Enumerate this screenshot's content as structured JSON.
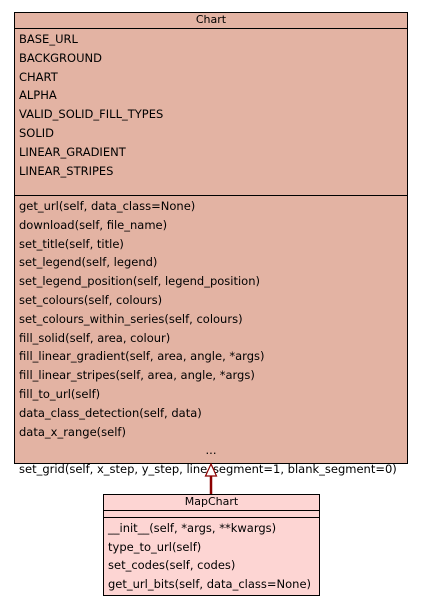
{
  "chart": {
    "name": "Chart",
    "attributes": [
      "BASE_URL",
      "BACKGROUND",
      "CHART",
      "ALPHA",
      "VALID_SOLID_FILL_TYPES",
      "SOLID",
      "LINEAR_GRADIENT",
      "LINEAR_STRIPES"
    ],
    "operations": [
      "get_url(self, data_class=None)",
      "download(self, file_name)",
      "set_title(self, title)",
      "set_legend(self, legend)",
      "set_legend_position(self, legend_position)",
      "set_colours(self, colours)",
      "set_colours_within_series(self, colours)",
      "fill_solid(self, area, colour)",
      "fill_linear_gradient(self, area, angle, *args)",
      "fill_linear_stripes(self, area, angle, *args)",
      "fill_to_url(self)",
      "data_class_detection(self, data)",
      "data_x_range(self)",
      "...",
      "set_grid(self, x_step, y_step, line_segment=1, blank_segment=0)"
    ]
  },
  "mapchart": {
    "name": "MapChart",
    "attributes": [],
    "operations": [
      "__init__(self, *args, **kwargs)",
      "type_to_url(self)",
      "set_codes(self, codes)",
      "get_url_bits(self, data_class=None)"
    ]
  },
  "relationship": {
    "from": "MapChart",
    "to": "Chart",
    "type": "inheritance"
  },
  "colors": {
    "chart_fill": "#e3b3a3",
    "mapchart_fill": "#fdd5d3",
    "arrow": "#8b0000"
  }
}
